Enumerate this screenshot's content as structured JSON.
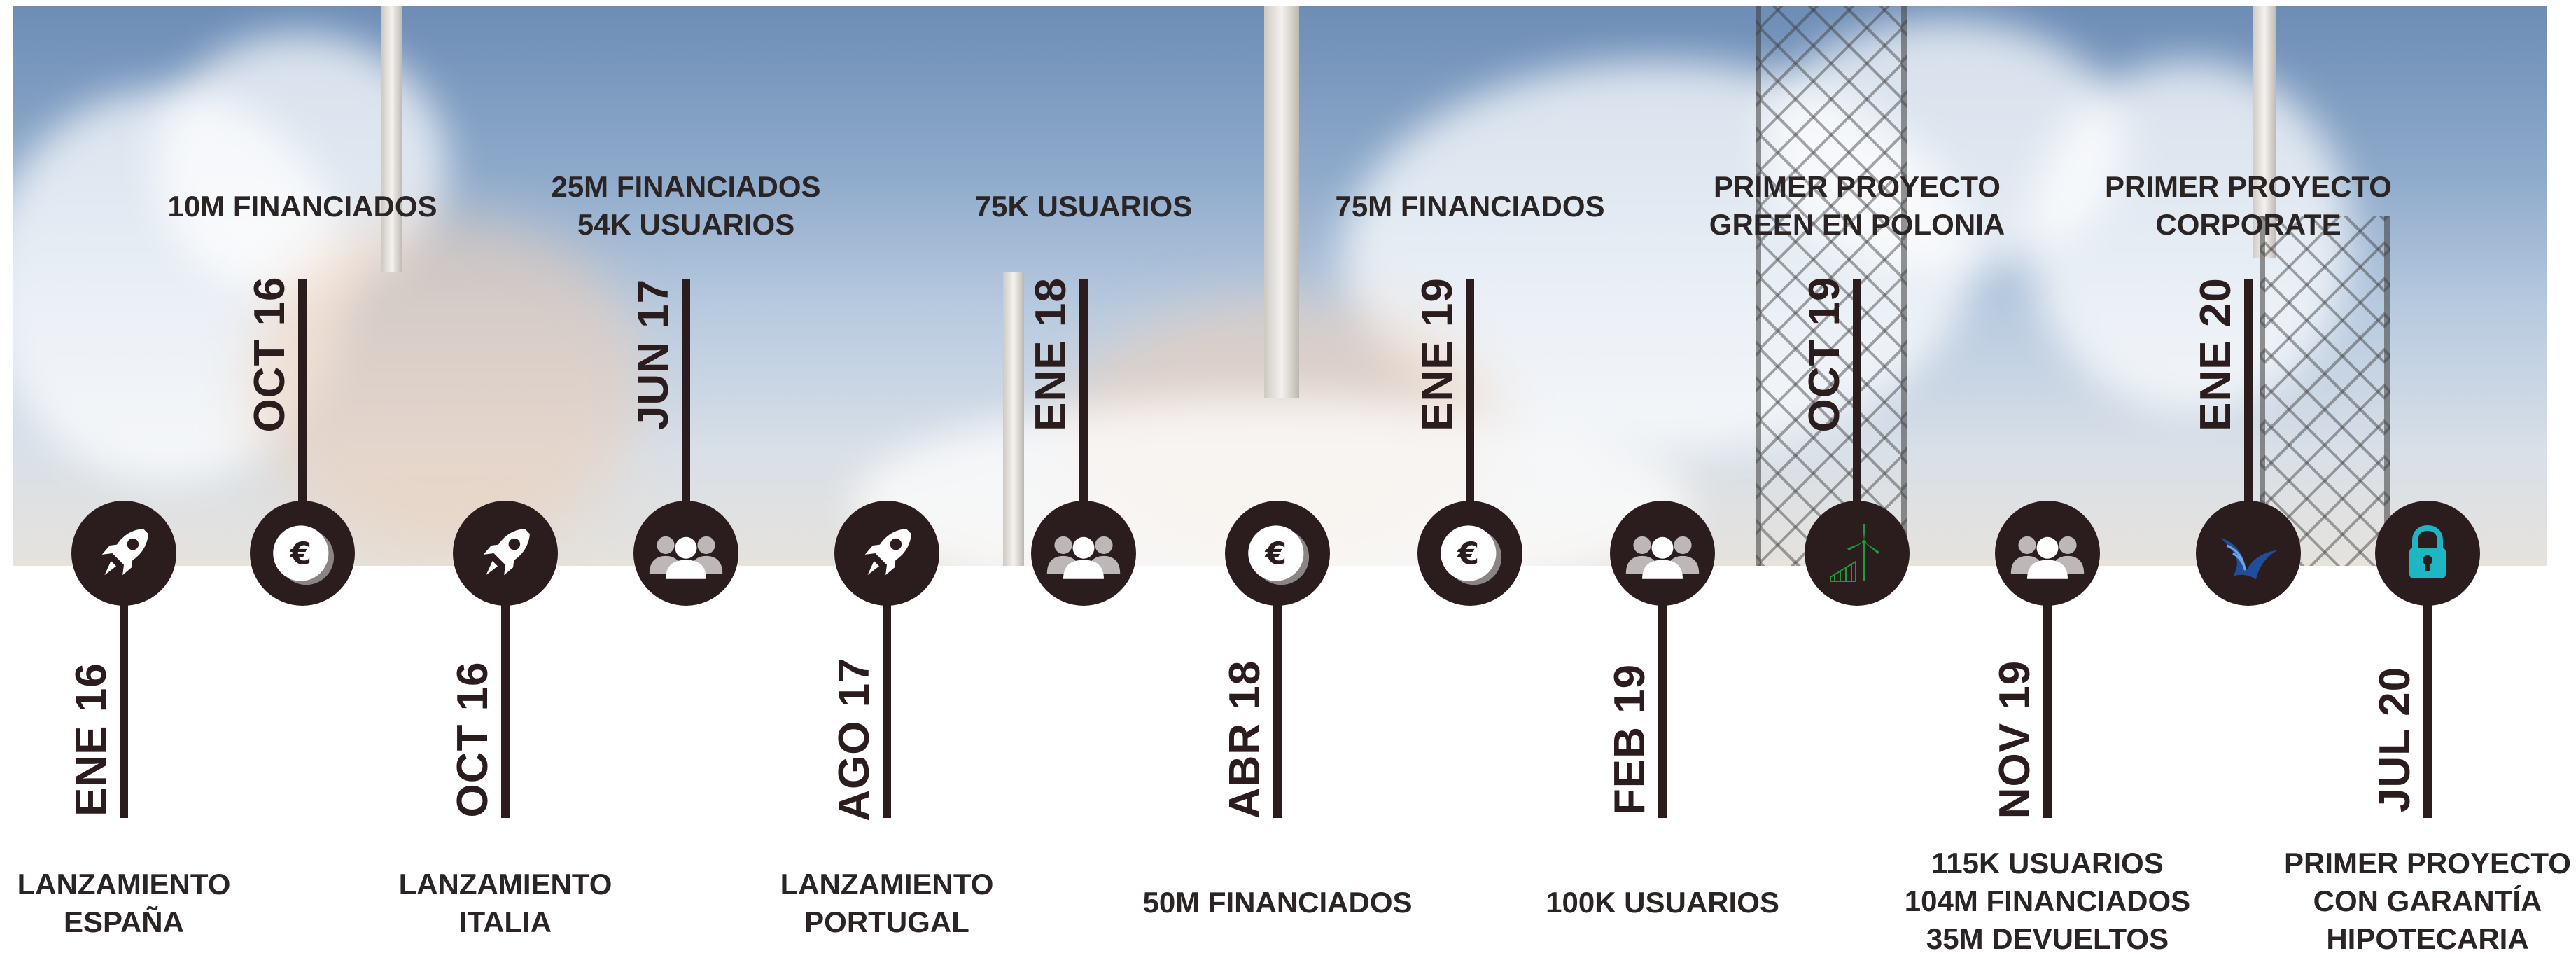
{
  "colors": {
    "dark": "#2b1d1d",
    "accent_teal": "#1fb6c4",
    "accent_green": "#1e9a3c",
    "accent_blue": "#1f4f9c"
  },
  "top_events": [
    {
      "date": "OCT 16",
      "label_lines": [
        "10M FINANCIADOS"
      ],
      "icon": "euro-icon"
    },
    {
      "date": "JUN 17",
      "label_lines": [
        "25M FINANCIADOS",
        "54K USUARIOS"
      ],
      "icon": "users-icon"
    },
    {
      "date": "ENE 18",
      "label_lines": [
        "75K USUARIOS"
      ],
      "icon": "users-icon"
    },
    {
      "date": "ENE 19",
      "label_lines": [
        "75M FINANCIADOS"
      ],
      "icon": "euro-icon"
    },
    {
      "date": "OCT 19",
      "label_lines": [
        "PRIMER PROYECTO",
        "GREEN EN POLONIA"
      ],
      "icon": "wind-turbine-icon"
    },
    {
      "date": "ENE 20",
      "label_lines": [
        "PRIMER PROYECTO",
        "CORPORATE"
      ],
      "icon": "bird-logo-icon"
    }
  ],
  "bottom_events": [
    {
      "date": "ENE 16",
      "label_lines": [
        "LANZAMIENTO",
        "ESPAÑA"
      ],
      "icon": "rocket-icon"
    },
    {
      "date": "OCT 16",
      "label_lines": [
        "LANZAMIENTO",
        "ITALIA"
      ],
      "icon": "rocket-icon"
    },
    {
      "date": "AGO 17",
      "label_lines": [
        "LANZAMIENTO",
        "PORTUGAL"
      ],
      "icon": "rocket-icon"
    },
    {
      "date": "ABR 18",
      "label_lines": [
        "50M FINANCIADOS"
      ],
      "icon": "euro-icon"
    },
    {
      "date": "FEB 19",
      "label_lines": [
        "100K USUARIOS"
      ],
      "icon": "users-icon"
    },
    {
      "date": "NOV 19",
      "label_lines": [
        "115K USUARIOS",
        "104M FINANCIADOS",
        "35M DEVUELTOS"
      ],
      "icon": "users-icon"
    },
    {
      "date": "JUL 20",
      "label_lines": [
        "PRIMER PROYECTO",
        "CON GARANTÍA",
        "HIPOTECARIA"
      ],
      "icon": "padlock-icon"
    }
  ]
}
